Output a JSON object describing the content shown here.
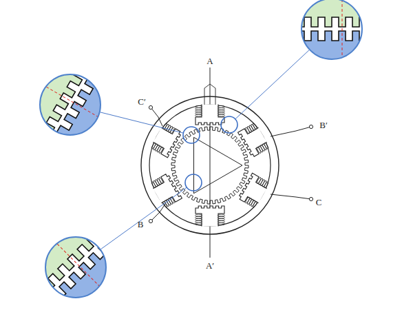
{
  "diagram": {
    "labels": [
      "A",
      "C′",
      "B′",
      "B",
      "C",
      "A′"
    ]
  }
}
